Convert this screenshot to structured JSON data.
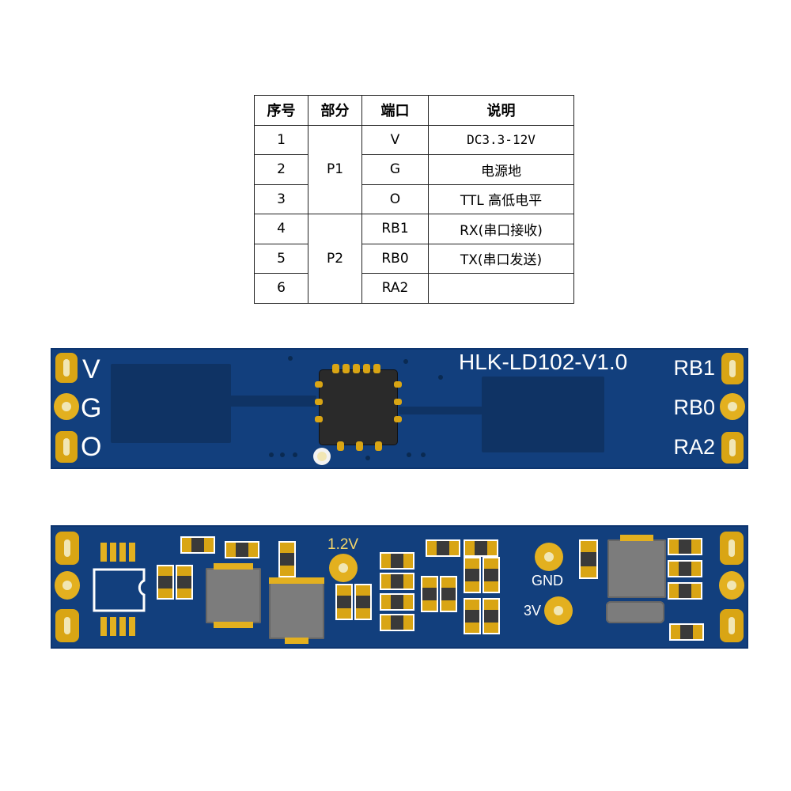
{
  "table": {
    "headers": [
      "序号",
      "部分",
      "端口",
      "说明"
    ],
    "rows": [
      {
        "num": "1",
        "part": "P1",
        "port": "V",
        "desc": "DC3.3-12V"
      },
      {
        "num": "2",
        "part": "",
        "port": "G",
        "desc": "电源地"
      },
      {
        "num": "3",
        "part": "",
        "port": "O",
        "desc": "TTL 高低电平"
      },
      {
        "num": "4",
        "part": "P2",
        "port": "RB1",
        "desc": "RX(串口接收)"
      },
      {
        "num": "5",
        "part": "",
        "port": "RB0",
        "desc": "TX(串口发送)"
      },
      {
        "num": "6",
        "part": "",
        "port": "RA2",
        "desc": ""
      }
    ]
  },
  "board_top": {
    "title": "HLK-LD102-V1.0",
    "left_pins": [
      "V",
      "G",
      "O"
    ],
    "right_pins": [
      "RB1",
      "RB0",
      "RA2"
    ]
  },
  "board_bottom": {
    "label_12v": "1.2V",
    "label_gnd": "GND",
    "label_3v": "3V"
  },
  "colors": {
    "pcb": "#123f7d",
    "pad": "#e3b01f",
    "silkscreen": "#ffffff"
  }
}
